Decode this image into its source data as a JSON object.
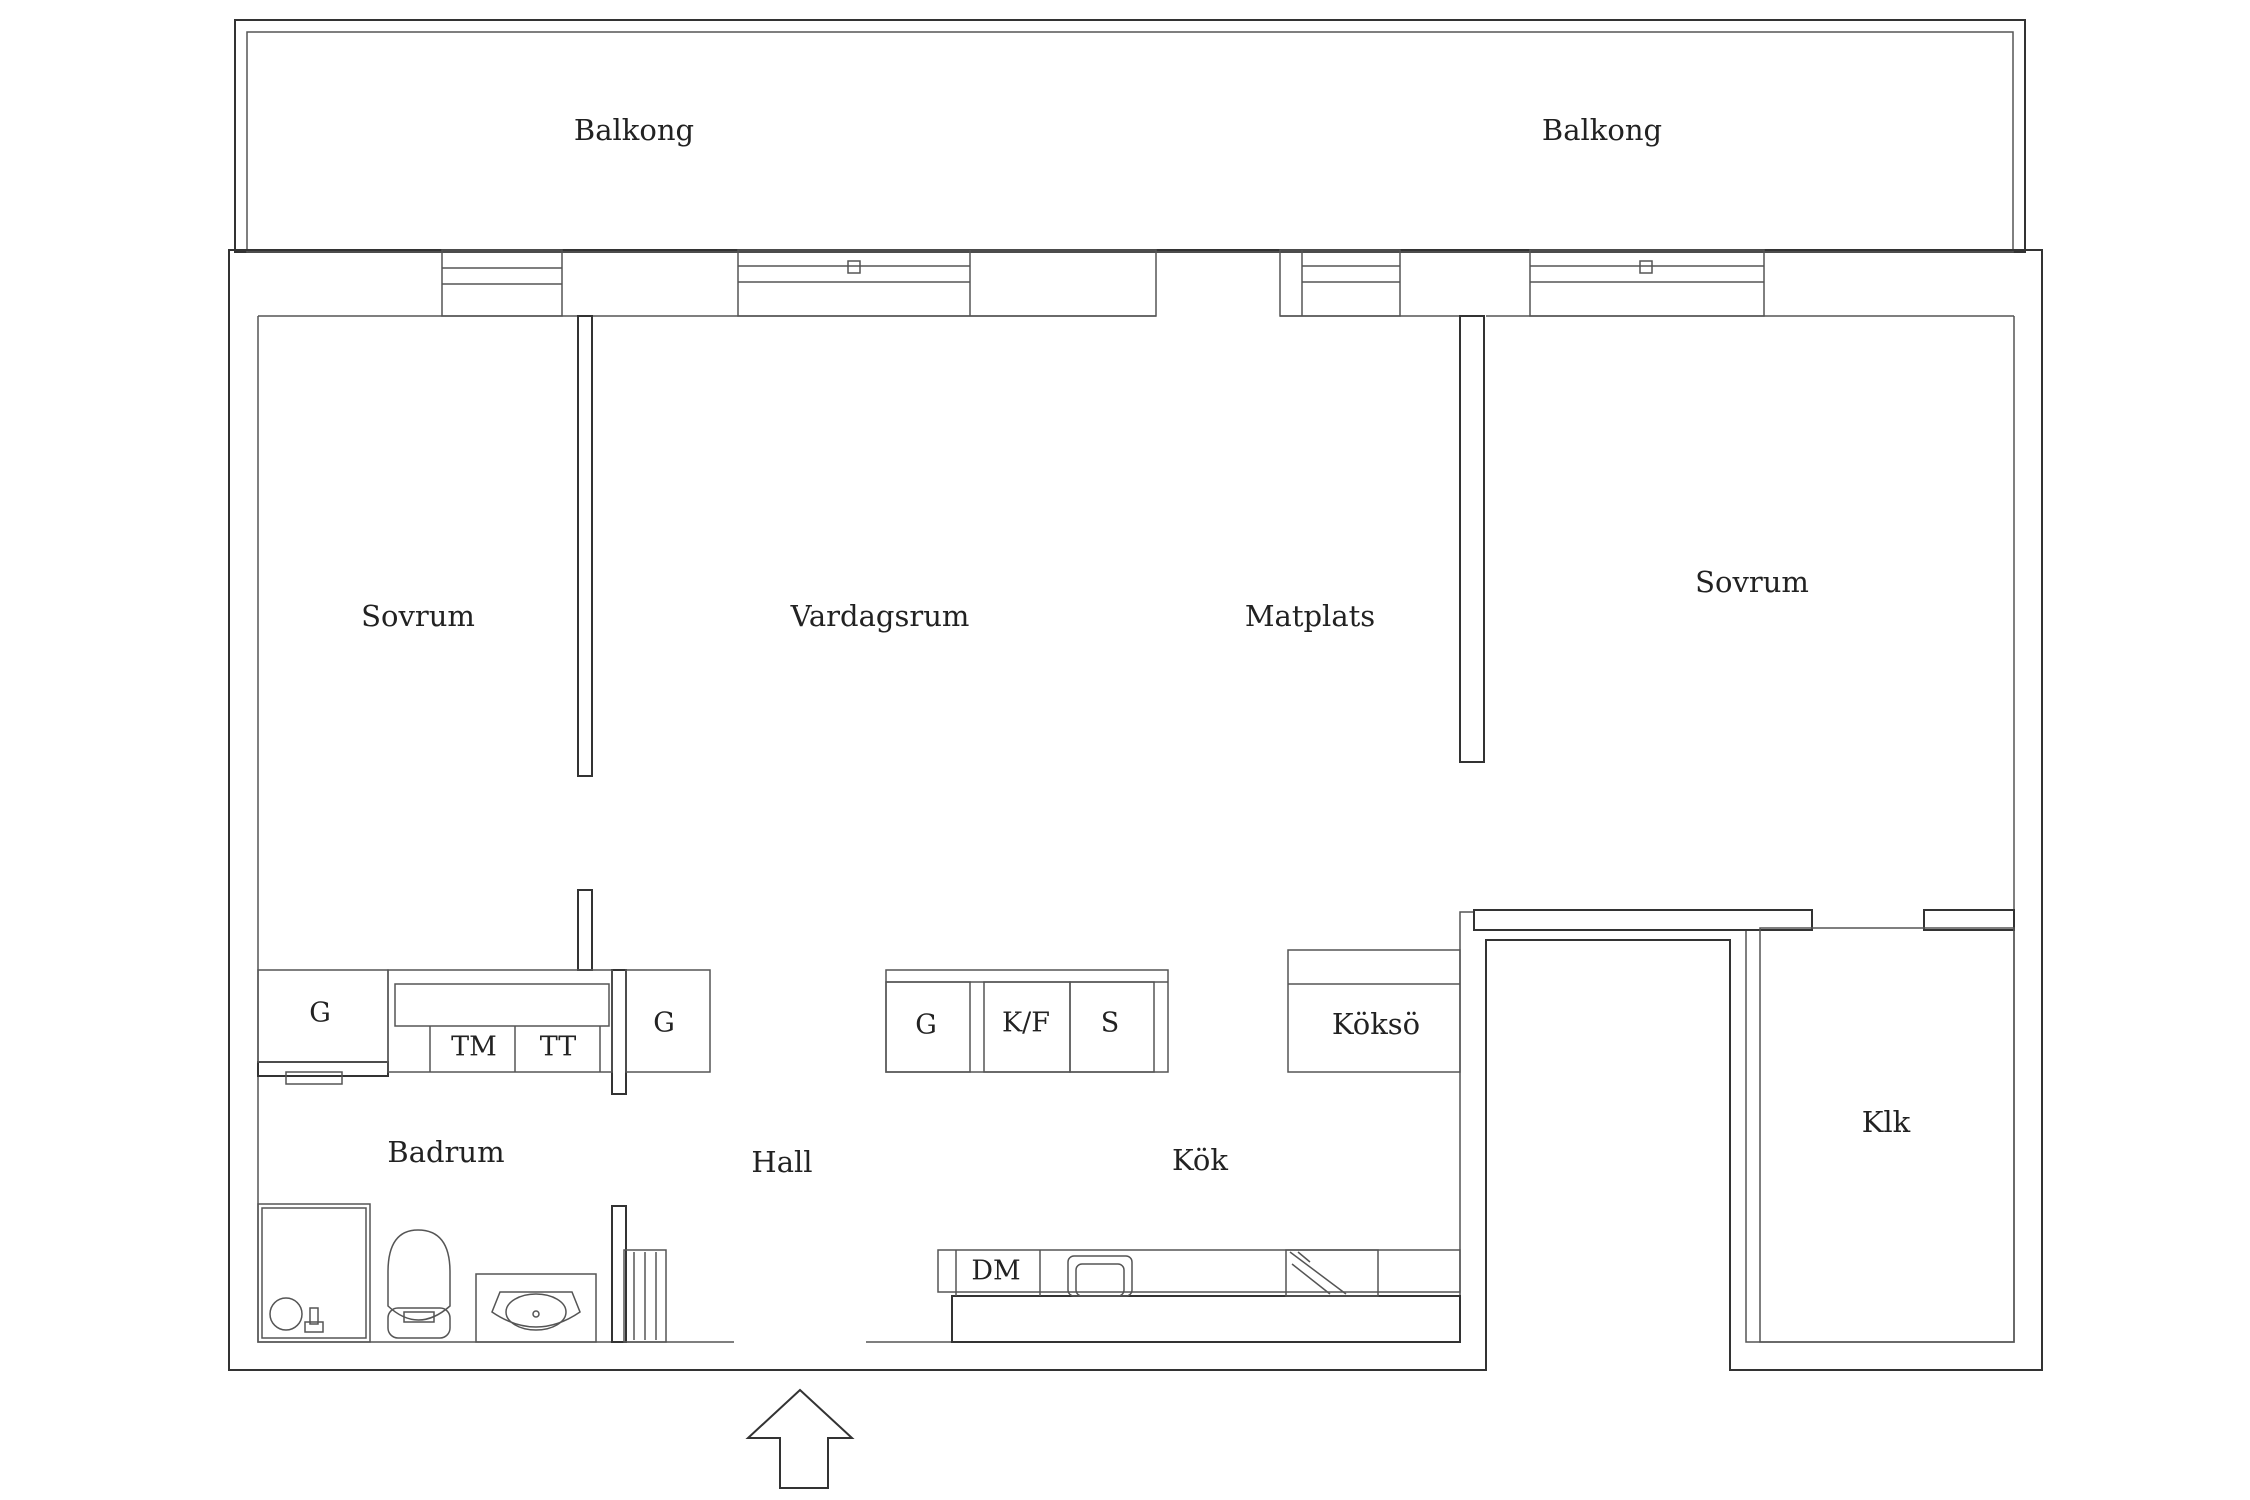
{
  "rooms": {
    "balcony_left": "Balkong",
    "balcony_right": "Balkong",
    "bedroom_left": "Sovrum",
    "living_room": "Vardagsrum",
    "dining": "Matplats",
    "bedroom_right": "Sovrum",
    "bathroom": "Badrum",
    "hall": "Hall",
    "kitchen": "Kök",
    "kitchen_island": "Köksö",
    "walk_in_closet": "Klk"
  },
  "fixtures": {
    "wardrobe_1": "G",
    "washer": "TM",
    "dryer": "TT",
    "wardrobe_2": "G",
    "wardrobe_3": "G",
    "fridge_freezer": "K/F",
    "storage": "S",
    "dishwasher": "DM"
  }
}
